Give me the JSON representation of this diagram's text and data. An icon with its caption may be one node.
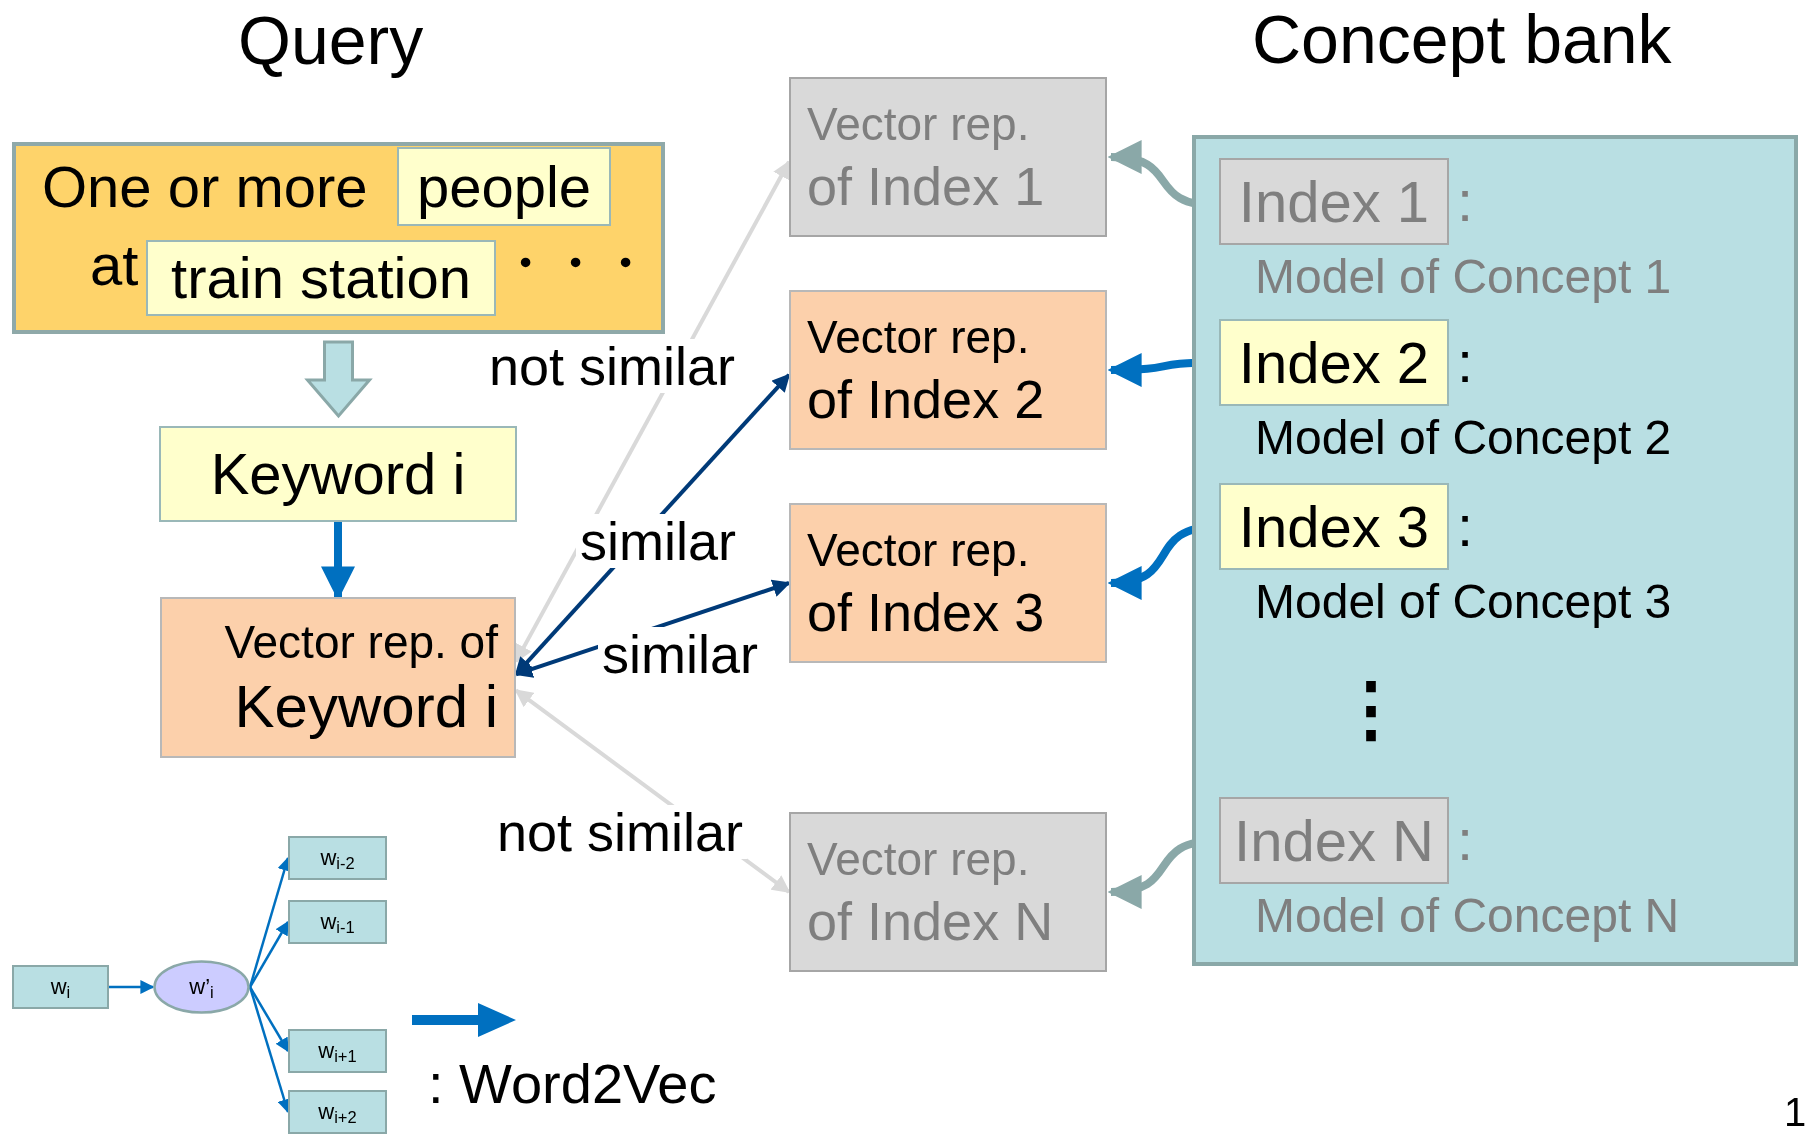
{
  "diagram": {
    "nodes": [
      {
        "text": [
          "Query",
          "One or more",
          "at",
          "・・・"
        ]
      },
      {
        "text": [
          "people"
        ],
        "in": 0
      },
      {
        "text": [
          "train station"
        ],
        "in": 0
      },
      {
        "text": [
          "Keyword i"
        ]
      },
      {
        "text": [
          "Vector rep. of",
          "Keyword i"
        ]
      },
      {
        "text": [
          "Vector rep.",
          "of Index 1"
        ]
      },
      {
        "text": [
          "Vector rep.",
          "of Index 2"
        ]
      },
      {
        "text": [
          "Vector rep.",
          "of Index 3"
        ]
      },
      {
        "text": [
          "Vector rep.",
          "of Index N"
        ]
      },
      {
        "text": [
          "Concept bank"
        ]
      },
      {
        "text": [
          "Index 1"
        ],
        "in": 9,
        "beside": [
          ":",
          "Model of Concept 1"
        ]
      },
      {
        "text": [
          "Index 2"
        ],
        "in": 9,
        "beside": [
          ":",
          "Model of Concept 2"
        ]
      },
      {
        "text": [
          "Index 3"
        ],
        "in": 9,
        "beside": [
          ":",
          "Model of Concept 3"
        ]
      },
      {
        "text": [
          "Index N"
        ],
        "in": 9,
        "beside": [
          ":",
          "Model of Concept N"
        ]
      },
      {
        "text": [
          "w$_{i}$"
        ]
      },
      {
        "text": [
          "w’$_{i}$"
        ]
      },
      {
        "text": [
          "w$_{i-2}$"
        ]
      },
      {
        "text": [
          "w$_{i-1}$"
        ]
      },
      {
        "text": [
          "w$_{i+1}$"
        ]
      },
      {
        "text": [
          "w$_{i+2}$"
        ]
      }
    ],
    "edges": [
      {
        "from": 0,
        "to": 3,
        "arrow": "to",
        "style": "thick",
        "color": "#b9dfe3"
      },
      {
        "from": 3,
        "to": 4,
        "arrow": "to",
        "style": "thick"
      },
      {
        "from": 4,
        "to": 5,
        "arrow": "both",
        "label": "not similar",
        "color": "#d9d9d9"
      },
      {
        "from": 4,
        "to": 6,
        "arrow": "both",
        "label": "similar",
        "color": "#003a78"
      },
      {
        "from": 4,
        "to": 7,
        "arrow": "both",
        "label": "similar",
        "color": "#003a78"
      },
      {
        "from": 4,
        "to": 8,
        "arrow": "both",
        "label": "not similar",
        "color": "#d9d9d9"
      },
      {
        "from": 10,
        "to": 5,
        "arrow": "to",
        "style": "thick",
        "color": "#8aa8a8"
      },
      {
        "from": 11,
        "to": 6,
        "arrow": "to",
        "style": "thick"
      },
      {
        "from": 12,
        "to": 7,
        "arrow": "to",
        "style": "thick"
      },
      {
        "from": 13,
        "to": 8,
        "arrow": "to",
        "style": "thick",
        "color": "#8aa8a8"
      },
      {
        "from": 14,
        "to": 15,
        "arrow": "to"
      },
      {
        "from": 15,
        "to": 16,
        "arrow": "to"
      },
      {
        "from": 15,
        "to": 17,
        "arrow": "to"
      },
      {
        "from": 15,
        "to": 18,
        "arrow": "to"
      },
      {
        "from": 15,
        "to": 19,
        "arrow": "to"
      }
    ],
    "labels": [
      "⋮",
      "1"
    ],
    "legend": [
      {
        "text": ": Word2Vec"
      }
    ]
  }
}
